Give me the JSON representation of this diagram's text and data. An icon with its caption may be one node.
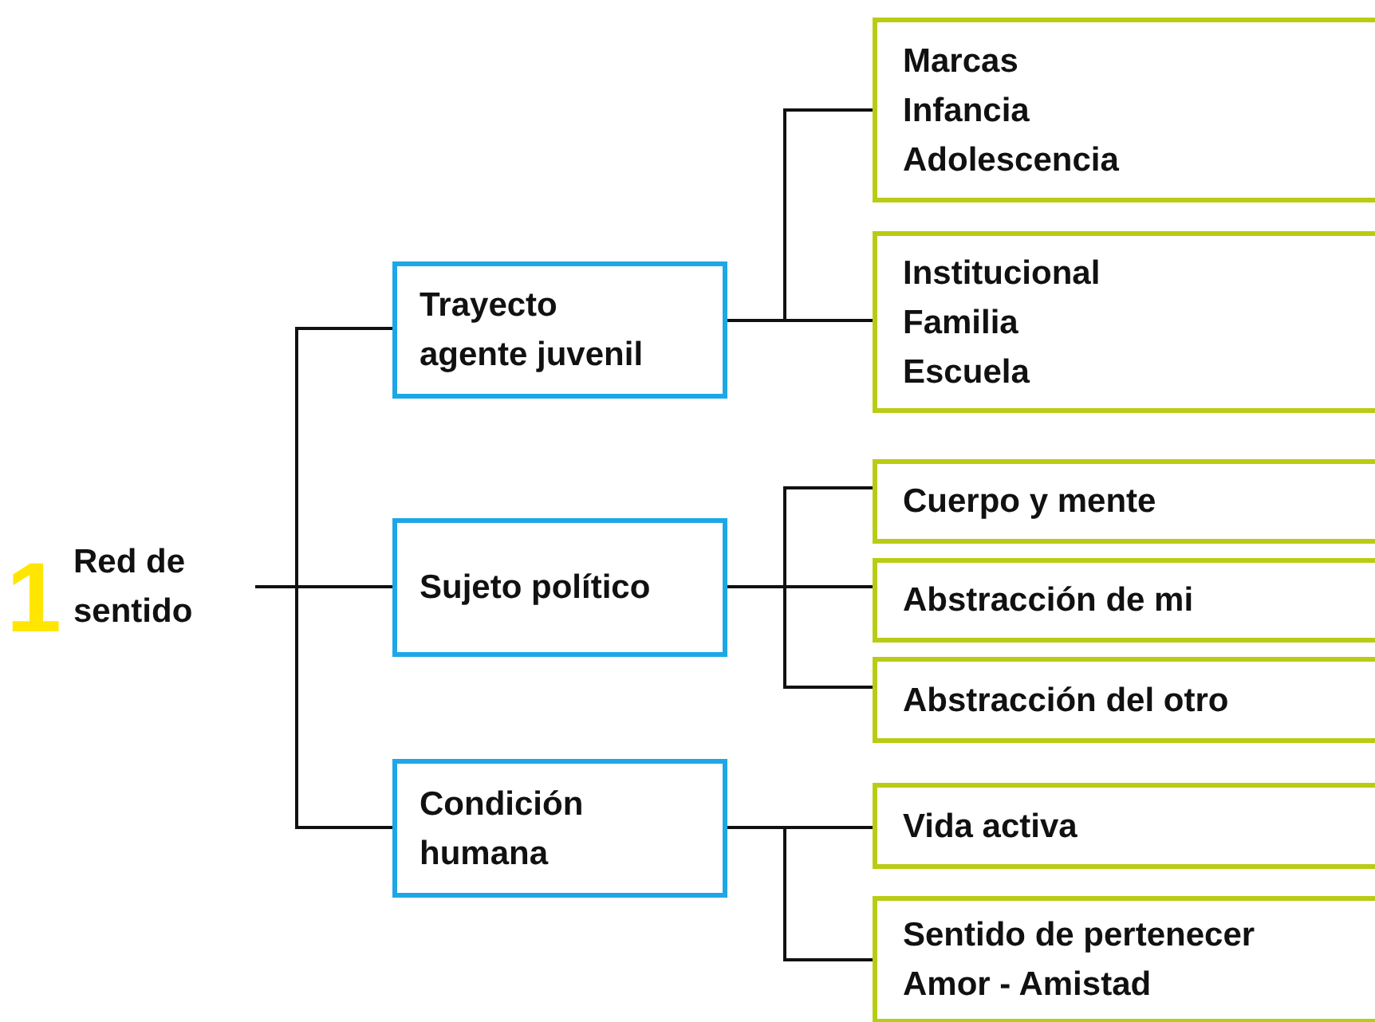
{
  "diagram": {
    "nodes": [
      {
        "text": [
          "Red de sentido"
        ],
        "beside": [
          "1"
        ]
      },
      {
        "text": [
          "Trayecto agente juvenil"
        ]
      },
      {
        "text": [
          "Sujeto político"
        ]
      },
      {
        "text": [
          "Condición humana"
        ]
      },
      {
        "text": [
          "Marcas",
          "Infancia",
          "Adolescencia"
        ]
      },
      {
        "text": [
          "Institucional",
          "Familia",
          "Escuela"
        ]
      },
      {
        "text": [
          "Cuerpo y mente"
        ]
      },
      {
        "text": [
          "Abstracción de mi"
        ]
      },
      {
        "text": [
          "Abstracción del otro"
        ]
      },
      {
        "text": [
          "Vida activa"
        ]
      },
      {
        "text": [
          "Sentido de pertenecer",
          "Amor - Amistad"
        ]
      }
    ],
    "edges": [
      {
        "from": 0,
        "to": 1,
        "arrow": "none"
      },
      {
        "from": 0,
        "to": 2,
        "arrow": "none"
      },
      {
        "from": 0,
        "to": 3,
        "arrow": "none"
      },
      {
        "from": 1,
        "to": 4,
        "arrow": "none"
      },
      {
        "from": 1,
        "to": 5,
        "arrow": "none"
      },
      {
        "from": 2,
        "to": 6,
        "arrow": "none"
      },
      {
        "from": 2,
        "to": 7,
        "arrow": "none"
      },
      {
        "from": 2,
        "to": 8,
        "arrow": "none"
      },
      {
        "from": 3,
        "to": 9,
        "arrow": "none"
      },
      {
        "from": 3,
        "to": 10,
        "arrow": "none"
      }
    ]
  }
}
